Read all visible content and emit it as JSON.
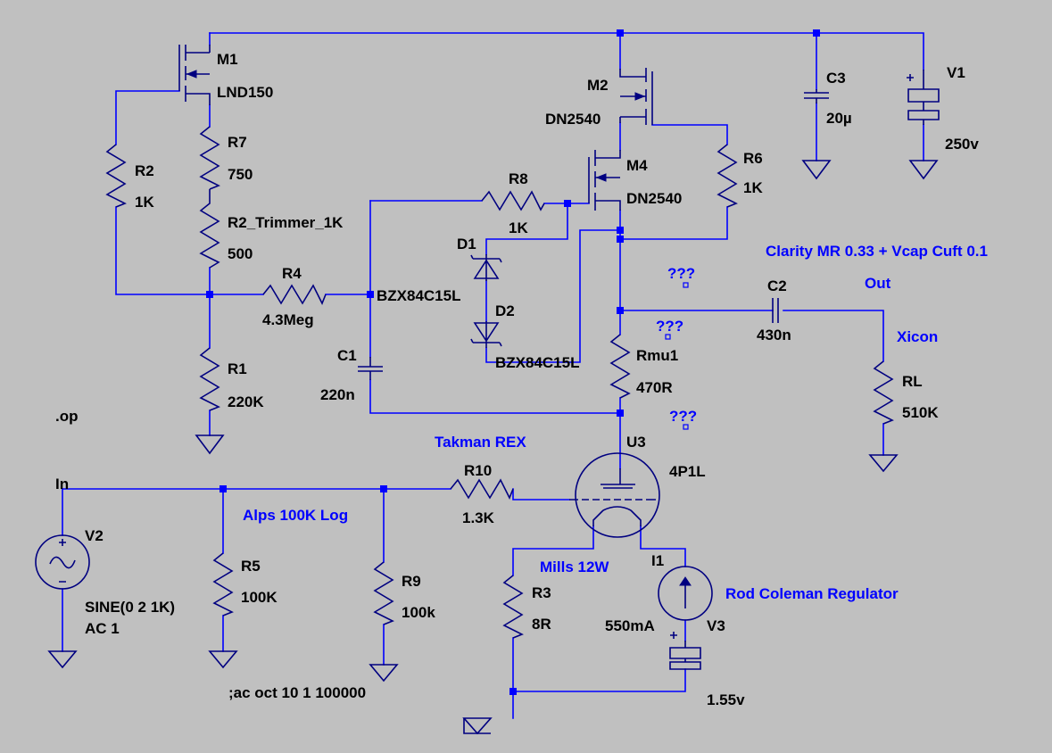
{
  "colors": {
    "background": "#c0c0c0",
    "wire": "#0000ff",
    "part": "#000080",
    "text": "#000000",
    "annotation": "#0000ff"
  },
  "parts": {
    "M1": {
      "ref": "M1",
      "value": "LND150"
    },
    "M2": {
      "ref": "M2",
      "value": "DN2540"
    },
    "M4": {
      "ref": "M4",
      "value": "DN2540"
    },
    "R1": {
      "ref": "R1",
      "value": "220K"
    },
    "R2": {
      "ref": "R2",
      "value": "1K"
    },
    "R2T": {
      "ref": "R2_Trimmer_1K",
      "value": "500"
    },
    "R3": {
      "ref": "R3",
      "value": "8R"
    },
    "R4": {
      "ref": "R4",
      "value": "4.3Meg"
    },
    "R5": {
      "ref": "R5",
      "value": "100K"
    },
    "R6": {
      "ref": "R6",
      "value": "1K"
    },
    "R7": {
      "ref": "R7",
      "value": "750"
    },
    "R8": {
      "ref": "R8",
      "value": "1K"
    },
    "R9": {
      "ref": "R9",
      "value": "100k"
    },
    "R10": {
      "ref": "R10",
      "value": "1.3K"
    },
    "RL": {
      "ref": "RL",
      "value": "510K"
    },
    "Rmu1": {
      "ref": "Rmu1",
      "value": "470R"
    },
    "C1": {
      "ref": "C1",
      "value": "220n"
    },
    "C2": {
      "ref": "C2",
      "value": "430n"
    },
    "C3": {
      "ref": "C3",
      "value": "20µ"
    },
    "D1": {
      "ref": "D1",
      "value": "BZX84C15L"
    },
    "D2": {
      "ref": "D2",
      "value": "BZX84C15L"
    },
    "V1": {
      "ref": "V1",
      "value": "250v"
    },
    "V2": {
      "ref": "V2",
      "value": "SINE(0 2 1K)",
      "value2": "AC 1"
    },
    "V3": {
      "ref": "V3",
      "value": "1.55v"
    },
    "I1": {
      "ref": "I1",
      "value": "550mA"
    },
    "U3": {
      "ref": "U3",
      "value": "4P1L"
    }
  },
  "net_labels": {
    "in": "In",
    "out": "Out"
  },
  "directives": {
    "op": ".op",
    "ac": ";ac oct 10 1 100000"
  },
  "annotations": {
    "clarity": "Clarity MR 0.33 + Vcap Cuft 0.1",
    "xicon": "Xicon",
    "takman": "Takman REX",
    "alps": "Alps 100K Log",
    "mills": "Mills 12W",
    "rod": "Rod Coleman Regulator",
    "q1": "???",
    "q2": "???",
    "q3": "???"
  }
}
